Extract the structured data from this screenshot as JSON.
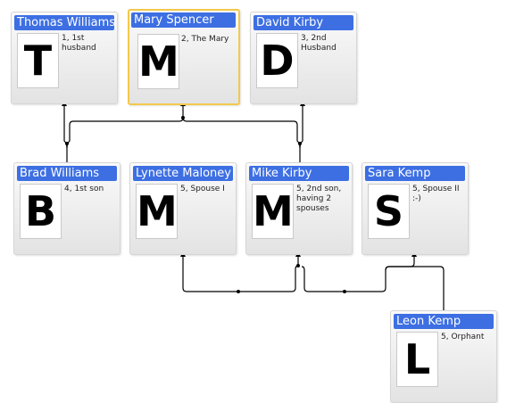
{
  "people": {
    "thomas": {
      "name": "Thomas Williams",
      "initial": "T",
      "desc": "1, 1st husband"
    },
    "mary": {
      "name": "Mary Spencer",
      "initial": "M",
      "desc": "2, The Mary"
    },
    "david": {
      "name": "David Kirby",
      "initial": "D",
      "desc": "3, 2nd Husband"
    },
    "brad": {
      "name": "Brad Williams",
      "initial": "B",
      "desc": "4, 1st son"
    },
    "lynette": {
      "name": "Lynette Maloney",
      "initial": "M",
      "desc": "5, Spouse I"
    },
    "mike": {
      "name": "Mike Kirby",
      "initial": "M",
      "desc": "5, 2nd son, having 2 spouses"
    },
    "sara": {
      "name": "Sara Kemp",
      "initial": "S",
      "desc": "5, Spouse II :-)"
    },
    "leon": {
      "name": "Leon Kemp",
      "initial": "L",
      "desc": "5, Orphant"
    }
  },
  "colors": {
    "header": "#3d6fe3",
    "selected_border": "#f2c94c",
    "connector": "#000000"
  }
}
